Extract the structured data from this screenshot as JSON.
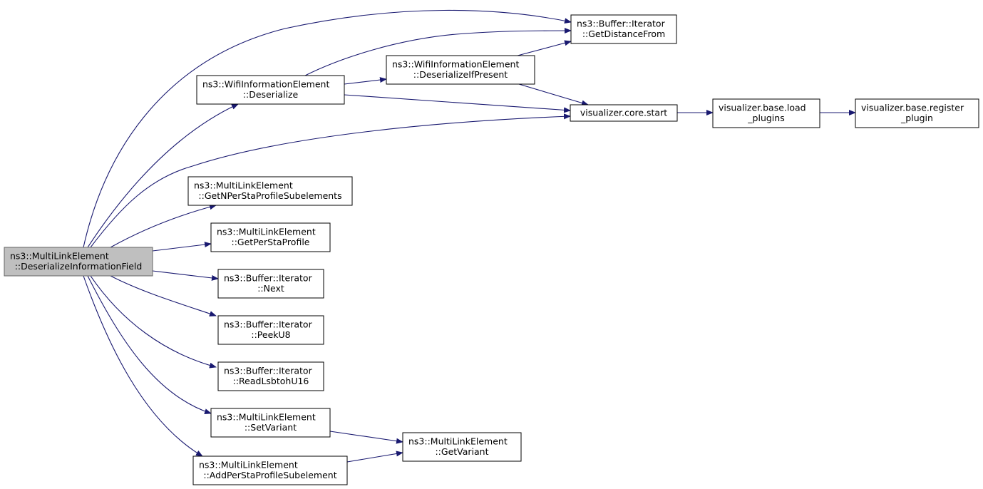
{
  "nodes": [
    {
      "id": "root",
      "lines": [
        "ns3::MultiLinkElement",
        "::DeserializeInformationField"
      ],
      "root": true
    },
    {
      "id": "getdistancefrom",
      "lines": [
        "ns3::Buffer::Iterator",
        "::GetDistanceFrom"
      ]
    },
    {
      "id": "deserialize",
      "lines": [
        "ns3::WifiInformationElement",
        "::Deserialize"
      ]
    },
    {
      "id": "deserializeifpresent",
      "lines": [
        "ns3::WifiInformationElement",
        "::DeserializeIfPresent"
      ]
    },
    {
      "id": "corestart",
      "lines": [
        "visualizer.core.start"
      ]
    },
    {
      "id": "loadplugins",
      "lines": [
        "visualizer.base.load",
        "_plugins"
      ]
    },
    {
      "id": "registerplugin",
      "lines": [
        "visualizer.base.register",
        "_plugin"
      ]
    },
    {
      "id": "getnperstaprofile",
      "lines": [
        "ns3::MultiLinkElement",
        "::GetNPerStaProfileSubelements"
      ]
    },
    {
      "id": "getperstaprofile",
      "lines": [
        "ns3::MultiLinkElement",
        "::GetPerStaProfile"
      ]
    },
    {
      "id": "next",
      "lines": [
        "ns3::Buffer::Iterator",
        "::Next"
      ]
    },
    {
      "id": "peeku8",
      "lines": [
        "ns3::Buffer::Iterator",
        "::PeekU8"
      ]
    },
    {
      "id": "readlsbtohu16",
      "lines": [
        "ns3::Buffer::Iterator",
        "::ReadLsbtohU16"
      ]
    },
    {
      "id": "setvariant",
      "lines": [
        "ns3::MultiLinkElement",
        "::SetVariant"
      ]
    },
    {
      "id": "addperstaprofile",
      "lines": [
        "ns3::MultiLinkElement",
        "::AddPerStaProfileSubelement"
      ]
    },
    {
      "id": "getvariant",
      "lines": [
        "ns3::MultiLinkElement",
        "::GetVariant"
      ]
    }
  ],
  "edges": [
    {
      "from": "root",
      "to": "getdistancefrom"
    },
    {
      "from": "root",
      "to": "deserialize"
    },
    {
      "from": "root",
      "to": "corestart"
    },
    {
      "from": "root",
      "to": "getnperstaprofile"
    },
    {
      "from": "root",
      "to": "getperstaprofile"
    },
    {
      "from": "root",
      "to": "next"
    },
    {
      "from": "root",
      "to": "peeku8"
    },
    {
      "from": "root",
      "to": "readlsbtohu16"
    },
    {
      "from": "root",
      "to": "setvariant"
    },
    {
      "from": "root",
      "to": "addperstaprofile"
    },
    {
      "from": "deserialize",
      "to": "getdistancefrom"
    },
    {
      "from": "deserialize",
      "to": "deserializeifpresent"
    },
    {
      "from": "deserialize",
      "to": "corestart"
    },
    {
      "from": "deserializeifpresent",
      "to": "getdistancefrom"
    },
    {
      "from": "deserializeifpresent",
      "to": "corestart"
    },
    {
      "from": "corestart",
      "to": "loadplugins"
    },
    {
      "from": "loadplugins",
      "to": "registerplugin"
    },
    {
      "from": "setvariant",
      "to": "getvariant"
    },
    {
      "from": "addperstaprofile",
      "to": "getvariant"
    }
  ],
  "colors": {
    "edge": "#191970",
    "root_fill": "#bfbfbf",
    "node_fill": "#ffffff"
  }
}
